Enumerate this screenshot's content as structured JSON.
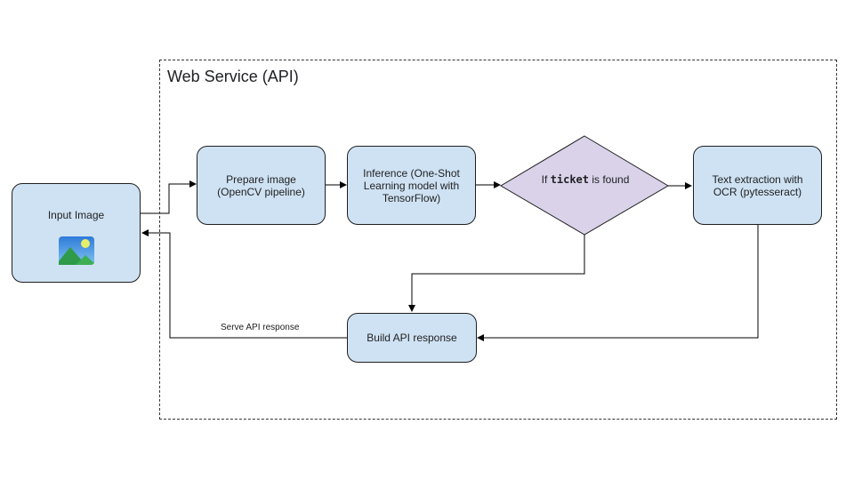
{
  "diagram": {
    "container_title": "Web Service (API)",
    "nodes": {
      "input_image": "Input Image",
      "prepare_image": "Prepare image (OpenCV pipeline)",
      "inference": "Inference (One-Shot Learning model with TensorFlow)",
      "decision": {
        "prefix": "If ",
        "keyword": "ticket",
        "suffix": " is found"
      },
      "text_extraction": "Text extraction with OCR (pytesseract)",
      "build_response": "Build API response"
    },
    "edge_labels": {
      "serve_response": "Serve API response"
    },
    "icons": {
      "input": "landscape-image-icon"
    },
    "colors": {
      "node_fill": "#cfe2f3",
      "decision_fill": "#d9d2e9",
      "stroke": "#1f1f1f"
    }
  }
}
